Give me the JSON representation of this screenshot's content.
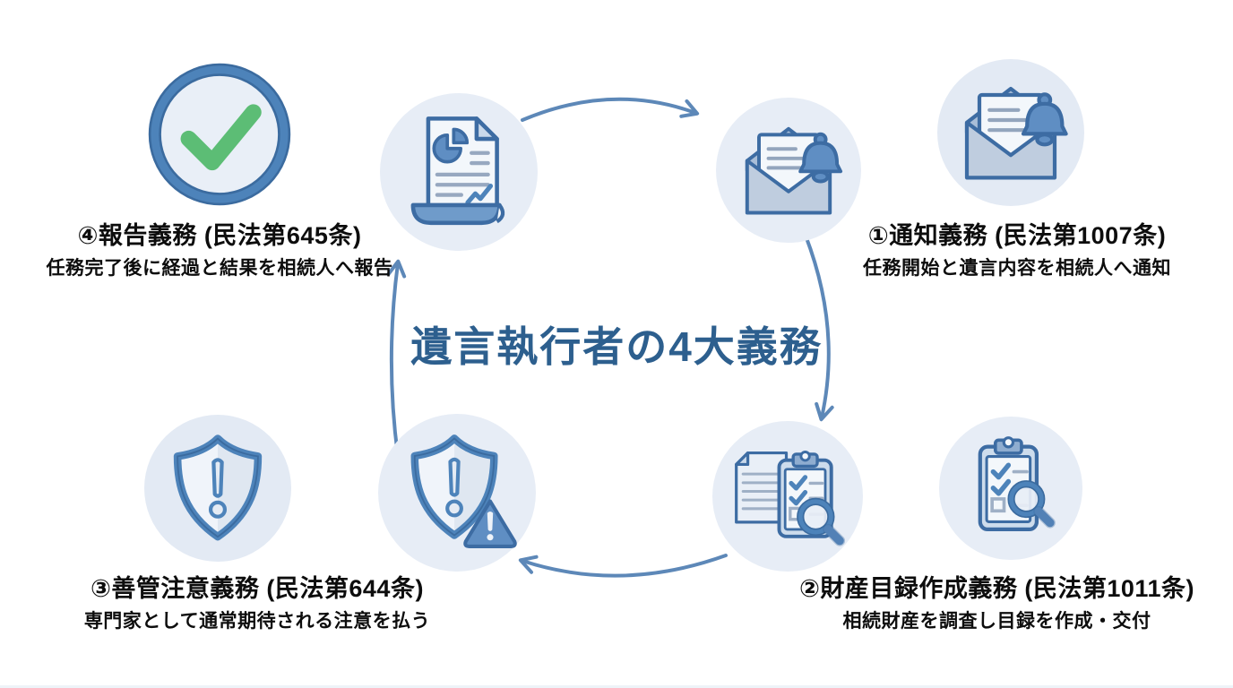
{
  "title": {
    "text": "遺言執行者の4大義務",
    "color": "#2d5f8e"
  },
  "duties": [
    {
      "number": "①",
      "heading": "①通知義務 (民法第1007条)",
      "description": "任務開始と遺言内容を相続人へ通知",
      "icon": "mail-bell-icon",
      "position": "top-right"
    },
    {
      "number": "②",
      "heading": "②財産目録作成義務 (民法第1011条)",
      "description": "相続財産を調査し目録を作成・交付",
      "icon": "clipboard-magnifier-icon",
      "position": "bottom-right"
    },
    {
      "number": "③",
      "heading": "③善管注意義務 (民法第644条)",
      "description": "専門家として通常期待される注意を払う",
      "icon": "shield-exclamation-icon",
      "position": "bottom-left"
    },
    {
      "number": "④",
      "heading": "④報告義務 (民法第645条)",
      "description": "任務完了後に経過と結果を相続人へ報告",
      "icon": "check-circle-icon",
      "position": "top-left"
    }
  ],
  "cycle": {
    "direction": "clockwise",
    "icons": [
      "report-document-icon",
      "mail-bell-icon",
      "documents-clipboard-magnifier-icon",
      "shield-warning-icon"
    ]
  },
  "colors": {
    "background": "#ffffff",
    "title_blue": "#2d5f8e",
    "arrow_blue": "#5d88b8",
    "icon_blue": "#5f8ec3",
    "icon_outline": "#3d6ca3",
    "icon_ring": "#4d83ba",
    "check_green": "#5cbd75",
    "bubble_light": "#e3eaf4",
    "paper_light": "#f3f7fb",
    "envelope_gray": "#bfcddf",
    "text_black": "#0d0d0d"
  }
}
